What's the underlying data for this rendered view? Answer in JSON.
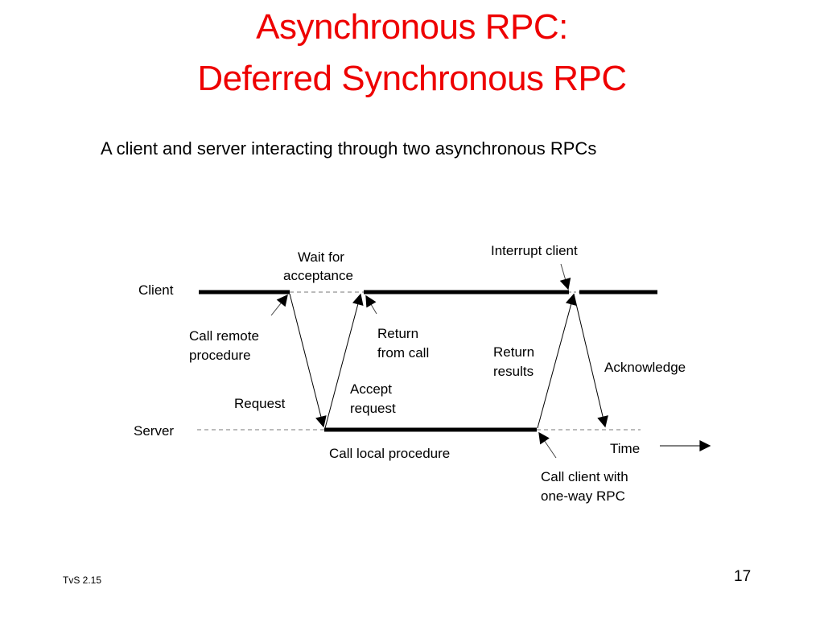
{
  "slide": {
    "title_line1": "Asynchronous RPC:",
    "title_line2": "Deferred Synchronous RPC",
    "subtitle": "A client and server interacting through two asynchronous RPCs",
    "footer_left": "TvS 2.15",
    "page_number": "17",
    "title_color": "#ee0000"
  },
  "diagram": {
    "lanes": {
      "client": "Client",
      "server": "Server"
    },
    "labels": {
      "wait_for": "Wait for",
      "acceptance": "acceptance",
      "interrupt_client": "Interrupt client",
      "call_remote": "Call remote",
      "procedure": "procedure",
      "return1": "Return",
      "from_call": "from call",
      "return2": "Return",
      "results": "results",
      "acknowledge": "Acknowledge",
      "request": "Request",
      "accept": "Accept",
      "request2": "request",
      "call_local_procedure": "Call local procedure",
      "time": "Time",
      "call_client_with": "Call client with",
      "one_way_rpc": "one-way RPC"
    }
  }
}
